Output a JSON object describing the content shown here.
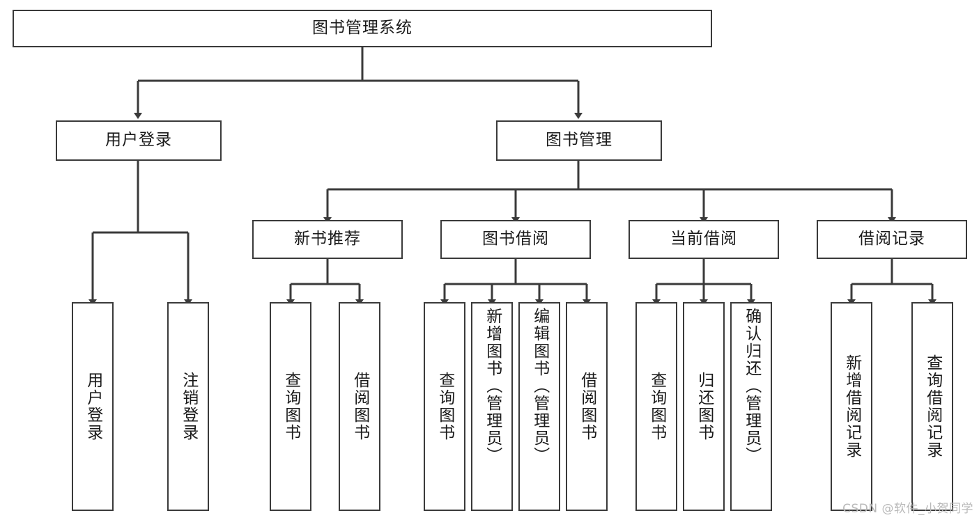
{
  "diagram": {
    "title": "图书管理系统",
    "type": "tree",
    "orientation": "top-down",
    "colors": {
      "box_border": "#3a3a3a",
      "box_fill": "#ffffff",
      "edge": "#3a3a3a",
      "text": "#1a1a1a",
      "watermark": "#b9b9b9",
      "background": "#ffffff"
    },
    "root": {
      "label": "图书管理系统"
    },
    "level2": [
      {
        "id": "user-login",
        "label": "用户登录"
      },
      {
        "id": "book-manage",
        "label": "图书管理"
      }
    ],
    "level3": [
      {
        "id": "new-book-recommend",
        "label": "新书推荐",
        "parent": "book-manage"
      },
      {
        "id": "book-borrow",
        "label": "图书借阅",
        "parent": "book-manage"
      },
      {
        "id": "current-borrow",
        "label": "当前借阅",
        "parent": "book-manage"
      },
      {
        "id": "borrow-record",
        "label": "借阅记录",
        "parent": "book-manage"
      }
    ],
    "leaves": {
      "user-login": [
        {
          "id": "leaf-user-login",
          "label": "用户登录"
        },
        {
          "id": "leaf-user-logout",
          "label": "注销登录"
        }
      ],
      "new-book-recommend": [
        {
          "id": "leaf-query-book-1",
          "label": "查询图书"
        },
        {
          "id": "leaf-borrow-book-1",
          "label": "借阅图书"
        }
      ],
      "book-borrow": [
        {
          "id": "leaf-query-book-2",
          "label": "查询图书"
        },
        {
          "id": "leaf-add-book",
          "label": "新增图书（管理员）"
        },
        {
          "id": "leaf-edit-book",
          "label": "编辑图书（管理员）"
        },
        {
          "id": "leaf-borrow-book-2",
          "label": "借阅图书"
        }
      ],
      "current-borrow": [
        {
          "id": "leaf-query-book-3",
          "label": "查询图书"
        },
        {
          "id": "leaf-return-book",
          "label": "归还图书"
        },
        {
          "id": "leaf-confirm-return",
          "label": "确认归还（管理员）"
        }
      ],
      "borrow-record": [
        {
          "id": "leaf-add-record",
          "label": "新增借阅记录"
        },
        {
          "id": "leaf-query-record",
          "label": "查询借阅记录"
        }
      ]
    }
  },
  "watermark": {
    "text": "CSDN @软件_小贺同学"
  }
}
